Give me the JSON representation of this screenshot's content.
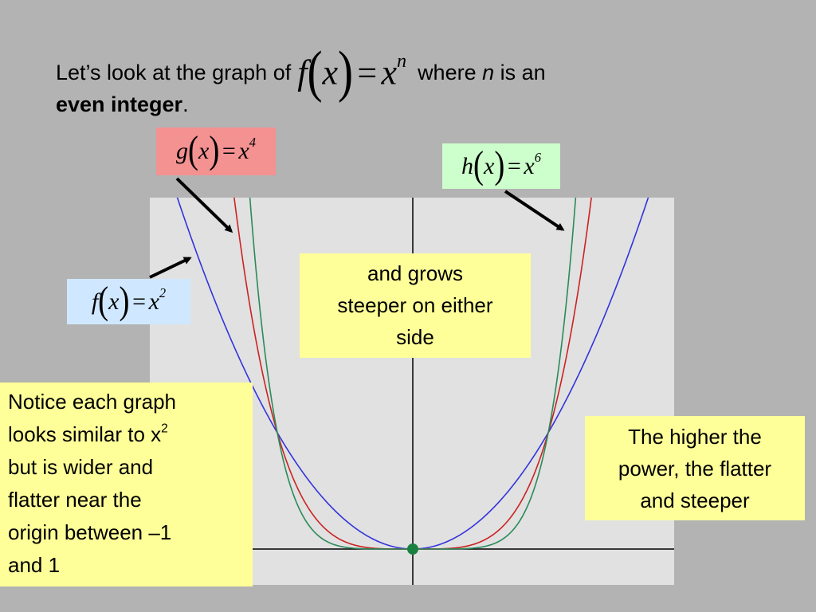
{
  "intro": {
    "prefix": "Let’s look at the graph of",
    "formula": {
      "f": "f",
      "x": "x",
      "eq": "=",
      "base": "x",
      "exp": "n"
    },
    "where_pre": "where ",
    "n_var": "n",
    "where_post": " is an",
    "bold_text": "even integer",
    "period": "."
  },
  "labels": {
    "g": {
      "fn": "g",
      "x": "x",
      "eq": "=",
      "base": "x",
      "exp": "4",
      "color": "#f49191"
    },
    "h": {
      "fn": "h",
      "x": "x",
      "eq": "=",
      "base": "x",
      "exp": "6",
      "color": "#ccffcc"
    },
    "f": {
      "fn": "f",
      "x": "x",
      "eq": "=",
      "base": "x",
      "exp": "2",
      "color": "#cfe8ff"
    }
  },
  "notes": {
    "center": [
      "and grows",
      "steeper on either",
      "side"
    ],
    "left": {
      "line1": "Notice each graph",
      "line2_pre": "looks similar to x",
      "line2_sup": "2",
      "line3": "but is wider and",
      "line4": "flatter near the",
      "line5": "origin between –1",
      "line6": "and 1"
    },
    "right": [
      "The higher the",
      "power, the flatter",
      "and steeper"
    ]
  },
  "chart_data": {
    "type": "line",
    "series": [
      {
        "name": "f(x) = x²",
        "exponent": 2,
        "color": "#3333dd"
      },
      {
        "name": "g(x) = x⁴",
        "exponent": 4,
        "color": "#cc2222"
      },
      {
        "name": "h(x) = x⁶",
        "exponent": 6,
        "color": "#2a8a5a"
      }
    ],
    "intersection_points": [
      [
        -1,
        1
      ],
      [
        1,
        1
      ]
    ],
    "origin_point": {
      "x": 0,
      "y": 0,
      "color": "#1a8040"
    },
    "axis_color": "#000000",
    "grid": false
  }
}
